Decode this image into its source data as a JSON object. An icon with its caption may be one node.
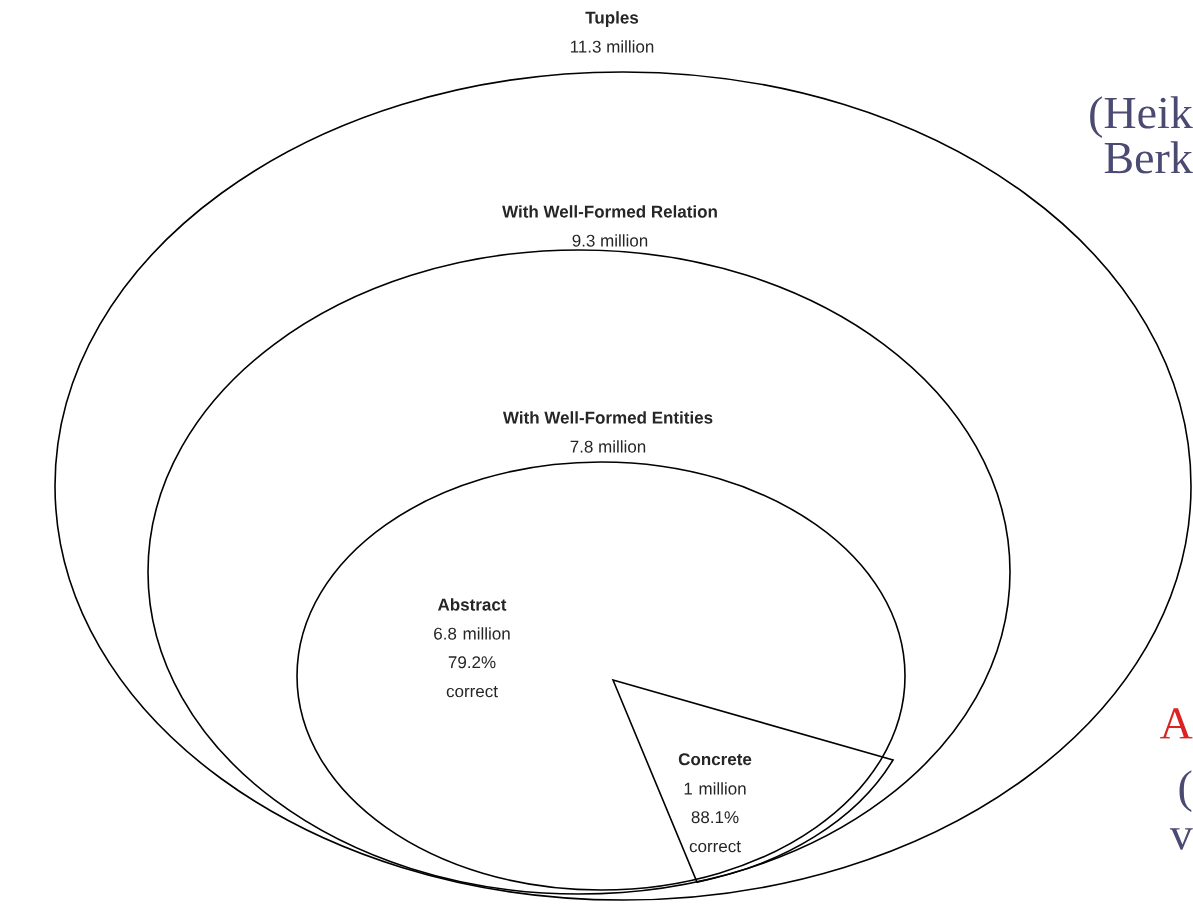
{
  "diagram": {
    "nodes": [
      {
        "text": [
          "Tuples",
          "11.3 million"
        ]
      },
      {
        "text": [
          "With Well-Formed Relation",
          "9.3 million"
        ],
        "in": 0
      },
      {
        "text": [
          "With Well-Formed Entities",
          "7.8 million"
        ],
        "in": 1
      },
      {
        "text": [
          "Abstract",
          "6.8 million",
          "79.2% correct"
        ],
        "in": 2
      },
      {
        "text": [
          "Concrete",
          "1 million",
          "88.1% correct"
        ],
        "in": 2
      }
    ],
    "labels": [
      "(Heik",
      "Berk",
      "A",
      "(",
      "v"
    ]
  }
}
